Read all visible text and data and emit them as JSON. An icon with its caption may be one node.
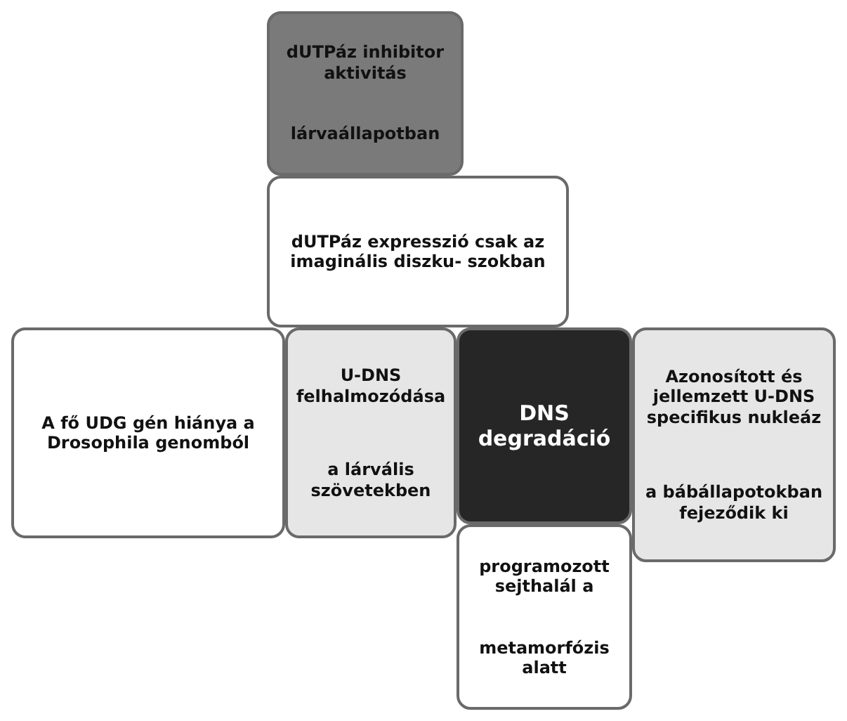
{
  "diagram": {
    "nodes": [
      {
        "text": [
          "dUTPáz inhibitor aktivitás",
          "lárvaállapotban"
        ]
      },
      {
        "text": [
          "dUTPáz expresszió csak az imaginális diszku- szokban"
        ]
      },
      {
        "text": [
          "A fő UDG gén hiánya a Drosophila genomból"
        ]
      },
      {
        "text": [
          "U-DNS felhalmozódása",
          "a lárvális szövetekben"
        ]
      },
      {
        "text": [
          "DNS degradáció"
        ]
      },
      {
        "text": [
          "Azonosított és jellemzett U-DNS specifikus nukleáz",
          "a bábállapotokban fejeződik ki"
        ]
      },
      {
        "text": [
          "programozott sejthalál a",
          "metamorfózis alatt"
        ]
      }
    ]
  }
}
